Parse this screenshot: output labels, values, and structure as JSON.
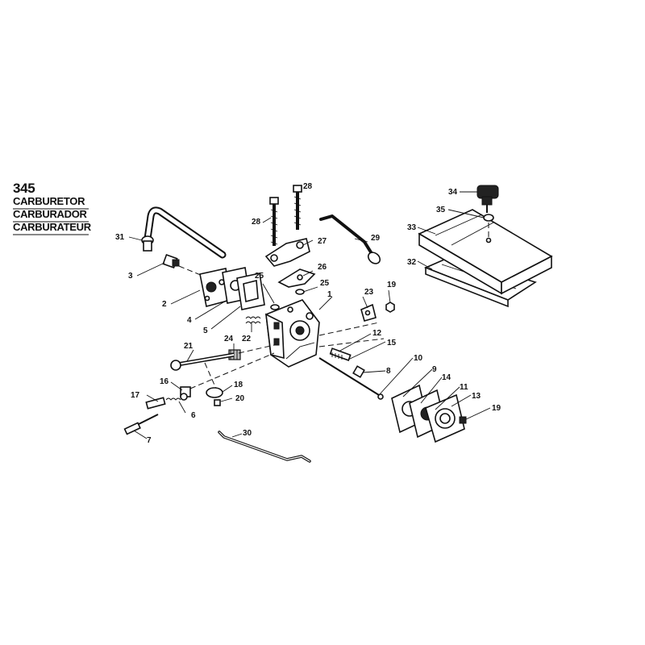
{
  "header": {
    "model": "345",
    "title_en": "CARBURETOR",
    "title_es": "CARBURADOR",
    "title_fr": "CARBURATEUR"
  },
  "parts": {
    "p1": "1",
    "p2": "2",
    "p3": "3",
    "p4": "4",
    "p5": "5",
    "p6": "6",
    "p7": "7",
    "p8": "8",
    "p9": "9",
    "p10": "10",
    "p11": "11",
    "p12": "12",
    "p13": "13",
    "p14": "14",
    "p15": "15",
    "p16": "16",
    "p17": "17",
    "p18": "18",
    "p19a": "19",
    "p19b": "19",
    "p20": "20",
    "p21": "21",
    "p22": "22",
    "p23": "23",
    "p24": "24",
    "p25a": "25",
    "p25b": "25",
    "p26": "26",
    "p27": "27",
    "p28a": "28",
    "p28b": "28",
    "p29": "29",
    "p30": "30",
    "p31": "31",
    "p32": "32",
    "p33": "33",
    "p34": "34",
    "p35": "35"
  }
}
